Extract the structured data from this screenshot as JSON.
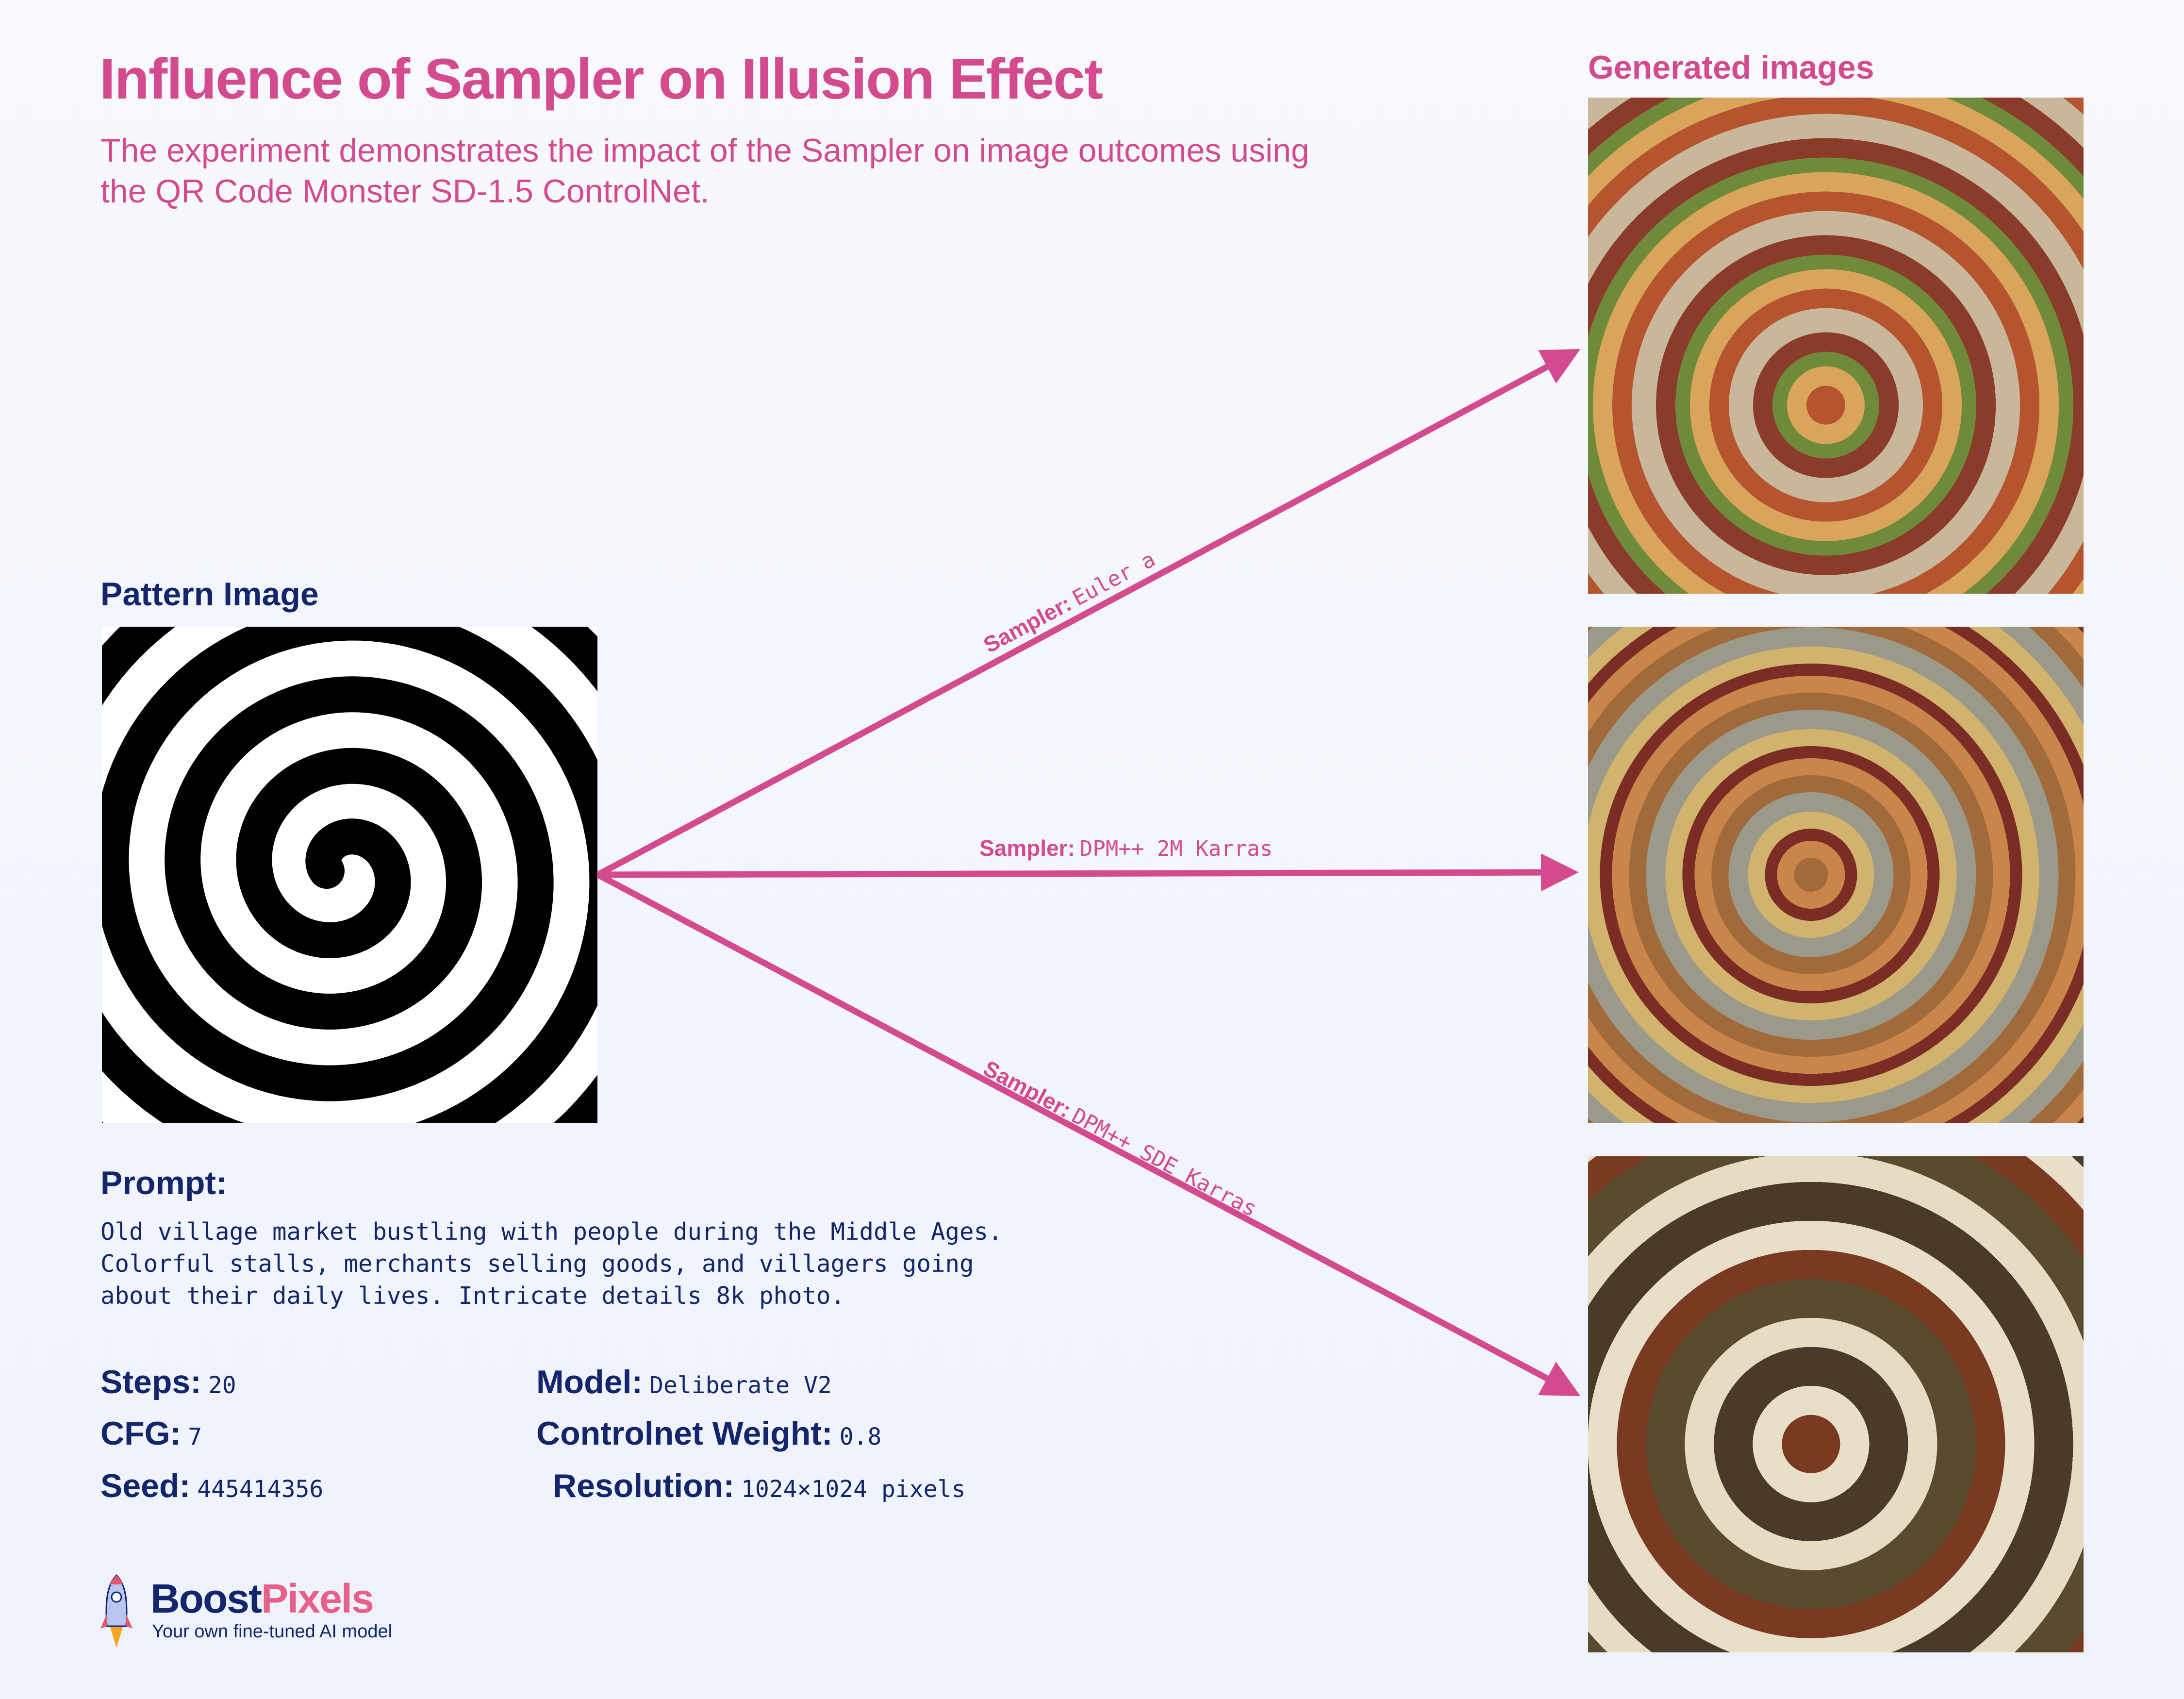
{
  "header": {
    "title": "Influence of Sampler on Illusion Effect",
    "subtitle": "The experiment demonstrates the impact of the Sampler on image outcomes using the QR Code Monster SD-1.5 ControlNet."
  },
  "pattern": {
    "label": "Pattern Image"
  },
  "generated": {
    "label": "Generated images"
  },
  "arrows": [
    {
      "key": "Sampler:",
      "value": "Euler a"
    },
    {
      "key": "Sampler:",
      "value": "DPM++ 2M Karras"
    },
    {
      "key": "Sampler:",
      "value": "DPM++ SDE Karras"
    }
  ],
  "prompt": {
    "label": "Prompt:",
    "text": "Old village market bustling with people during the Middle Ages. Colorful stalls, merchants selling goods, and villagers going about their daily lives. Intricate details 8k photo."
  },
  "params": {
    "steps": {
      "label": "Steps:",
      "value": "20"
    },
    "cfg": {
      "label": "CFG:",
      "value": "7"
    },
    "seed": {
      "label": "Seed:",
      "value": "445414356"
    },
    "model": {
      "label": "Model:",
      "value": "Deliberate V2"
    },
    "weight": {
      "label": "Controlnet Weight:",
      "value": "0.8"
    },
    "resolution": {
      "label": "Resolution:",
      "value": "1024×1024 pixels"
    }
  },
  "brand": {
    "name_a": "Boost",
    "name_b": "Pixels",
    "tagline": "Your own fine-tuned AI model"
  },
  "colors": {
    "accent": "#d34b8e",
    "navy": "#13266b"
  }
}
